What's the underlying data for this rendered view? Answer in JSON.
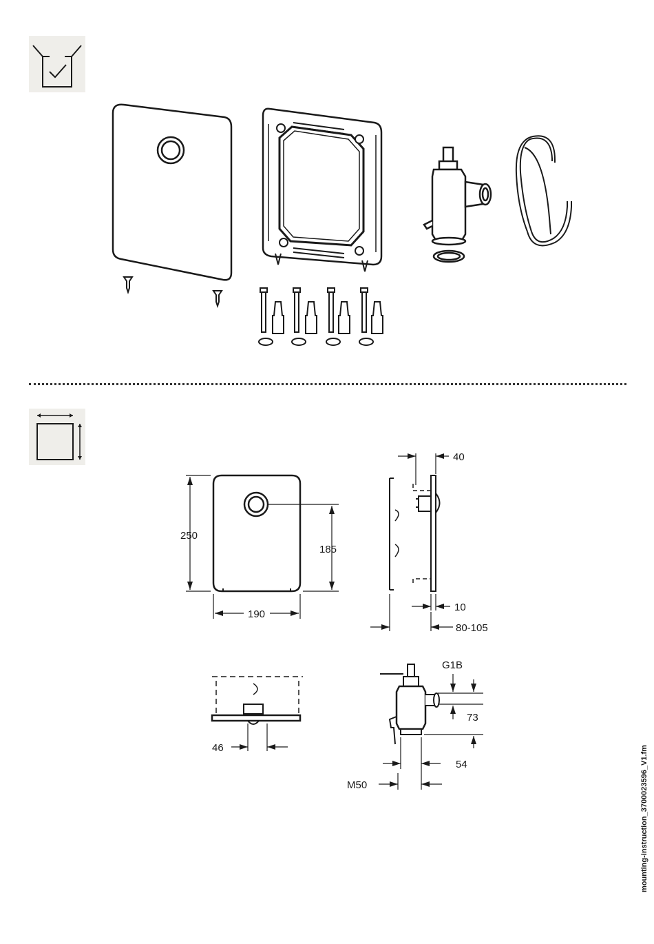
{
  "icons": {
    "scope": "box-checkmark-icon",
    "dimensions": "square-dimensions-icon"
  },
  "dimensions": {
    "height": "250",
    "hole_height": "185",
    "width": "190",
    "depth_top": "40",
    "plate": "10",
    "depth_range": "80-105",
    "thread_g": "G1B",
    "offset": "73",
    "side_54": "54",
    "thread_m": "M50",
    "width_46": "46"
  },
  "footer": {
    "file_name": "mounting-instruction_3700023596_V1.fm"
  }
}
